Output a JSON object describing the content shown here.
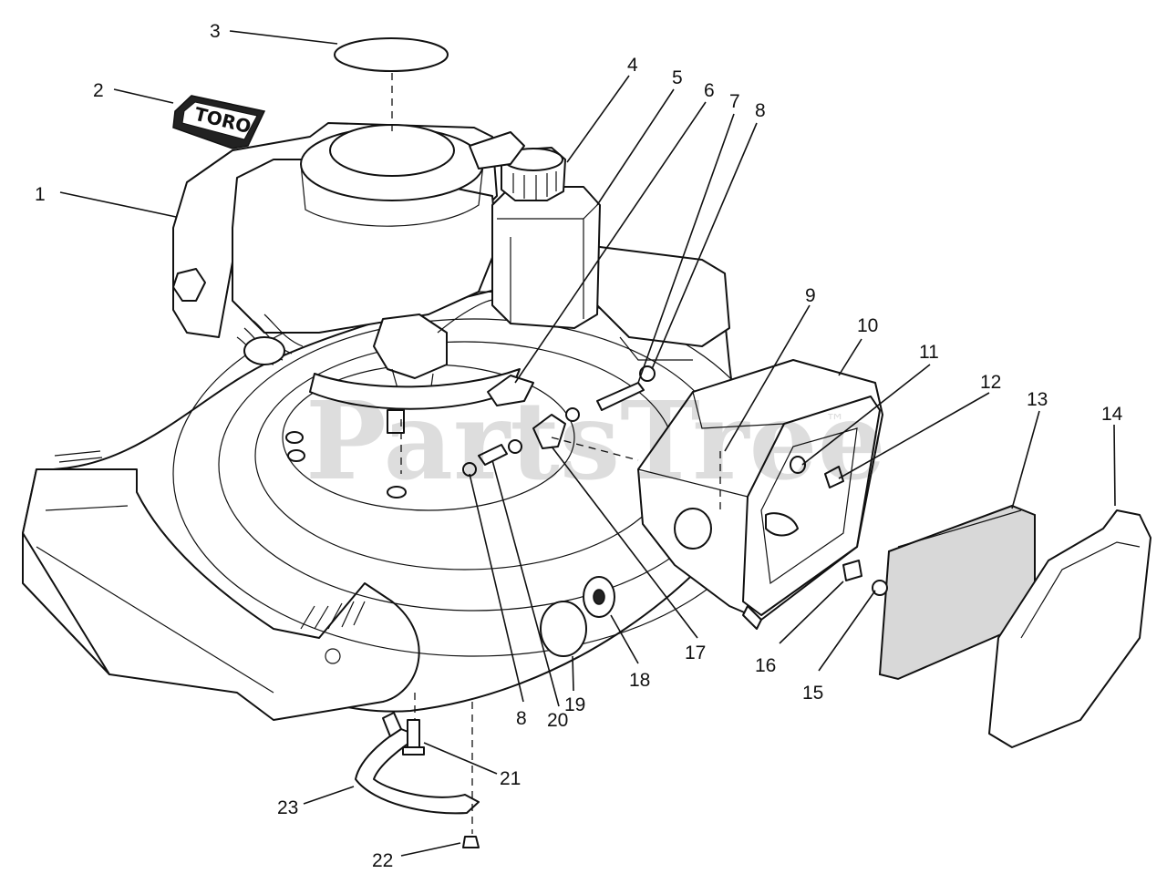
{
  "watermark": {
    "text": "PartsTree",
    "mark": "™"
  },
  "decal_logo": "TORO",
  "callouts": [
    "1",
    "2",
    "3",
    "4",
    "5",
    "6",
    "7",
    "8",
    "9",
    "10",
    "11",
    "12",
    "13",
    "14",
    "15",
    "16",
    "17",
    "8",
    "19",
    "18",
    "20",
    "21",
    "22",
    "23"
  ]
}
